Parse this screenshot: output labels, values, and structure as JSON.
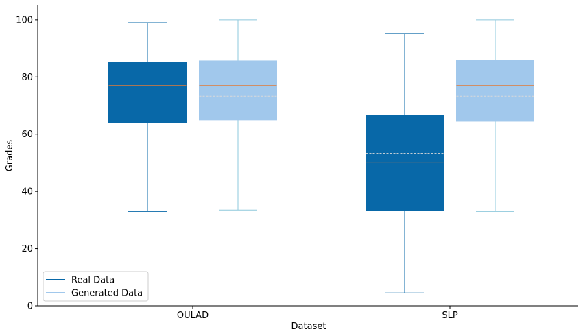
{
  "chart_data": {
    "type": "box",
    "xlabel": "Dataset",
    "ylabel": "Grades",
    "categories": [
      "OULAD",
      "SLP"
    ],
    "ylim": [
      0,
      105
    ],
    "yticks": [
      0,
      20,
      40,
      60,
      80,
      100
    ],
    "grid": false,
    "legend_position": "lower-left",
    "series": [
      {
        "name": "Real Data",
        "color": "#0868a8",
        "boxes": [
          {
            "category": "OULAD",
            "whisker_low": 33,
            "q1": 64,
            "median": 77,
            "mean": 73,
            "q3": 85,
            "whisker_high": 99
          },
          {
            "category": "SLP",
            "whisker_low": 4.5,
            "q1": 33.3,
            "median": 50,
            "mean": 53.3,
            "q3": 66.7,
            "whisker_high": 95.2
          }
        ]
      },
      {
        "name": "Generated Data",
        "color": "#a1c8ec",
        "whisker_color": "#8ec8dc",
        "boxes": [
          {
            "category": "OULAD",
            "whisker_low": 33.5,
            "q1": 65,
            "median": 77,
            "mean": 73.3,
            "q3": 85.6,
            "whisker_high": 100
          },
          {
            "category": "SLP",
            "whisker_low": 33,
            "q1": 64.5,
            "median": 77,
            "mean": 73.3,
            "q3": 85.8,
            "whisker_high": 100
          }
        ]
      }
    ],
    "median_color": "#e07b39",
    "mean_color": "#d9d9d9"
  }
}
